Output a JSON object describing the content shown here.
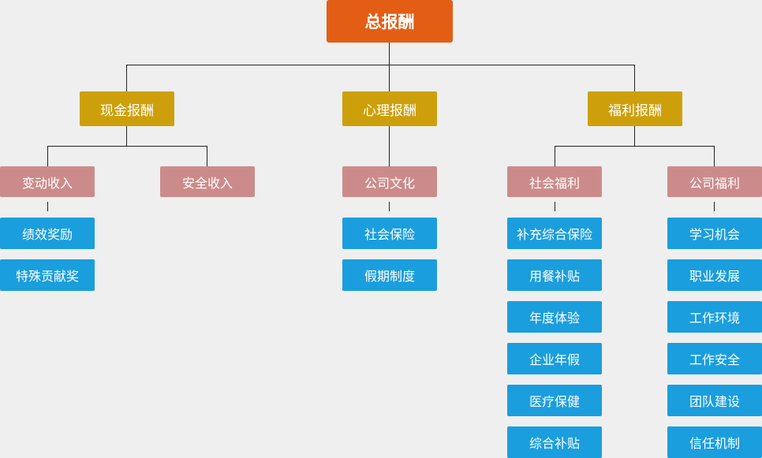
{
  "root": {
    "label": "总报酬"
  },
  "cash": {
    "label": "现金报酬",
    "variable": {
      "label": "变动收入",
      "items": [
        "绩效奖励",
        "特殊贡献奖"
      ]
    },
    "safe": {
      "label": "安全收入"
    }
  },
  "psych": {
    "label": "心理报酬",
    "culture": {
      "label": "公司文化",
      "items": [
        "社会保险",
        "假期制度"
      ]
    }
  },
  "benefit": {
    "label": "福利报酬",
    "social": {
      "label": "社会福利",
      "items": [
        "补充综合保险",
        "用餐补贴",
        "年度体验",
        "企业年假",
        "医疗保健",
        "综合补贴"
      ]
    },
    "company": {
      "label": "公司福利",
      "items": [
        "学习机会",
        "职业发展",
        "工作环境",
        "工作安全",
        "团队建设",
        "信任机制"
      ]
    }
  },
  "colors": {
    "root": "#e35e14",
    "level1": "#cda00b",
    "level2": "#cc8b8b",
    "level3": "#1a9ede",
    "line": "#222222",
    "background": "#efefef"
  }
}
